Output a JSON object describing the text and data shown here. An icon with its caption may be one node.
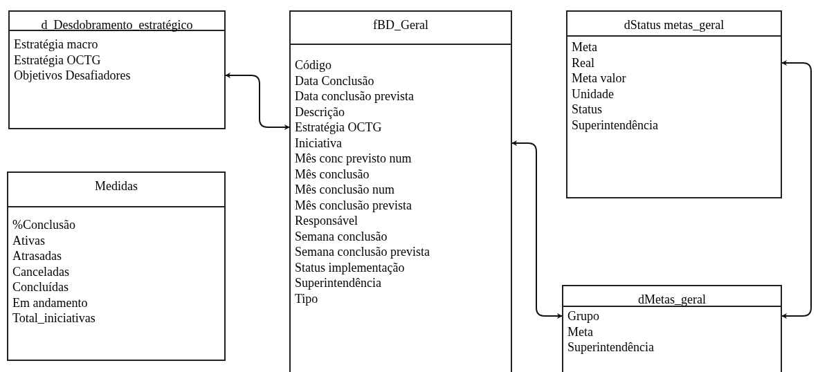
{
  "diagram": {
    "nodes": [
      {
        "text": [
          "d_Desdobramento_estratégico",
          "Estratégia macro",
          "Estratégia OCTG",
          "Objetivos Desafiadores"
        ]
      },
      {
        "text": [
          "Medidas",
          "%Conclusão",
          "Ativas",
          "Atrasadas",
          "Canceladas",
          "Concluídas",
          "Em andamento",
          "Total_iniciativas"
        ]
      },
      {
        "text": [
          "fBD_Geral",
          "Código",
          "Data Conclusão",
          "Data conclusão prevista",
          "Descrição",
          "Estratégia OCTG",
          "Iniciativa",
          "Mês conc previsto num",
          "Mês conclusão",
          "Mês conclusão num",
          "Mês conclusão prevista",
          "Responsável",
          "Semana conclusão",
          "Semana conclusão prevista",
          "Status implementação",
          "Superintendência",
          "Tipo"
        ]
      },
      {
        "text": [
          "dStatus metas_geral",
          "Meta",
          "Real",
          "Meta valor",
          "Unidade",
          "Status",
          "Superintendência"
        ]
      },
      {
        "text": [
          "dMetas_geral",
          "Grupo",
          "Meta",
          "Superintendência"
        ]
      }
    ],
    "edges": [
      {
        "from": 0,
        "to": 2,
        "arrow": "both"
      },
      {
        "from": 2,
        "to": 4,
        "arrow": "both"
      },
      {
        "from": 3,
        "to": 4,
        "arrow": "both"
      }
    ]
  }
}
